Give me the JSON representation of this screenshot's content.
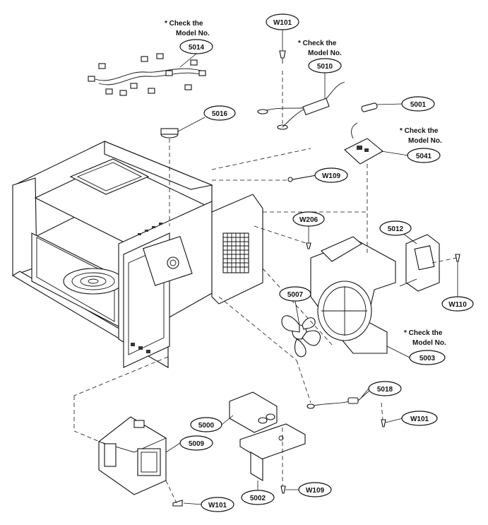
{
  "notes": {
    "check_model": [
      "* Check the",
      "Model No."
    ]
  },
  "callouts": {
    "w101_top": "W101",
    "p5014": "5014",
    "p5010": "5010",
    "p5001": "5001",
    "p5016": "5016",
    "p5041": "5041",
    "w109_top": "W109",
    "w206": "W206",
    "p5012": "5012",
    "p5007": "5007",
    "w110": "W110",
    "p5003": "5003",
    "p5018": "5018",
    "p5000": "5000",
    "w101_mid": "W101",
    "p5009": "5009",
    "p5002": "5002",
    "w109_bottom": "W109",
    "w101_bottom": "W101"
  }
}
